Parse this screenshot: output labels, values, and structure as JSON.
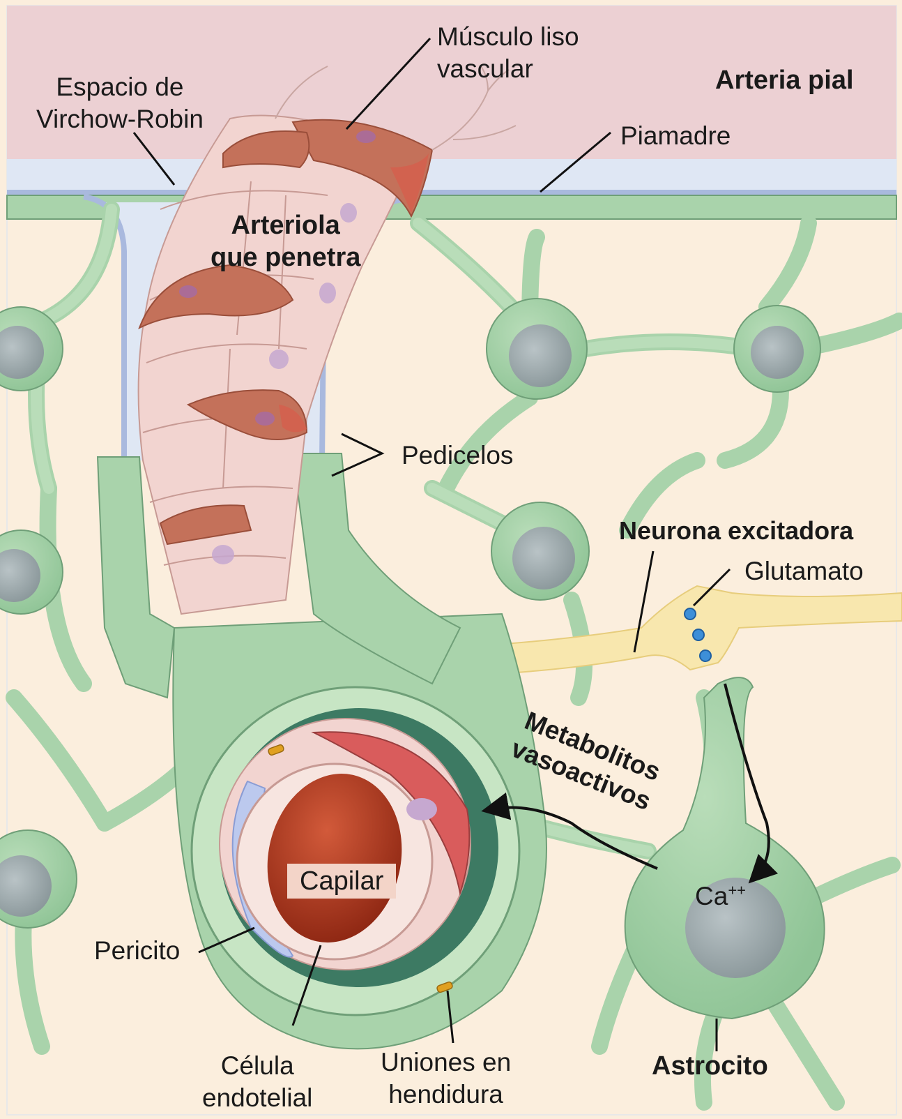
{
  "colors": {
    "background": "#fbeedd",
    "pial_artery": "#ecd0d3",
    "virchow_robin_space": "#dfe7f4",
    "pia_mater": "#a9b9de",
    "astrocyte_fill": "#a9d3ab",
    "astrocyte_nucleus": "#9aa6a9",
    "smooth_muscle": "#c4715a",
    "endothelium": "#f2d4d0",
    "red_blood_cell": "#b53c22",
    "neuron": "#f8e7ae",
    "glutamate": "#3d8fd8",
    "basement_membrane": "#3d7a63",
    "pericyte": "#bcc9ee"
  },
  "labels": {
    "musculo_liso": [
      "Músculo liso",
      "vascular"
    ],
    "arteria_pial": "Arteria pial",
    "espacio_vr": [
      "Espacio de",
      "Virchow-Robin"
    ],
    "piamadre": "Piamadre",
    "arteriola": [
      "Arteriola",
      "que penetra"
    ],
    "pedicelos": "Pedicelos",
    "neurona": "Neurona excitadora",
    "glutamato": "Glutamato",
    "metabolitos": [
      "Metabolitos",
      "vasoactivos"
    ],
    "capilar": "Capilar",
    "calcio": "Ca",
    "calcio_sup": "++",
    "pericito": "Pericito",
    "celula_endotelial": [
      "Célula",
      "endotelial"
    ],
    "uniones": [
      "Uniones en",
      "hendidura"
    ],
    "astrocito": "Astrocito"
  }
}
